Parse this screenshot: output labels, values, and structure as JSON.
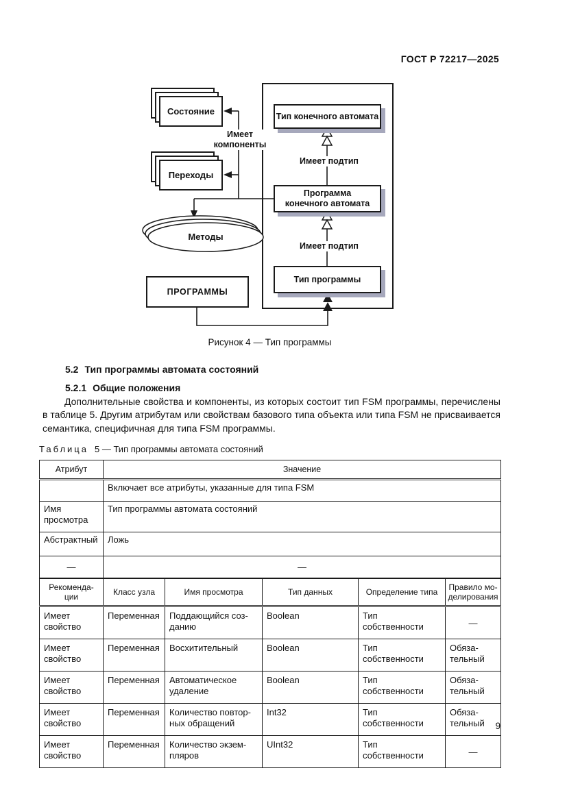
{
  "page": {
    "standard_ref": "ГОСТ Р 72217—2025",
    "page_number": "9"
  },
  "figure": {
    "caption": "Рисунок 4 — Тип программы",
    "nodes": {
      "state": "Состояние",
      "transitions": "Переходы",
      "methods": "Методы",
      "programs": "ПРОГРАММЫ",
      "fsm_type": "Тип конечного автомата",
      "fsm_program": "Программа\nконечного автомата",
      "program_type": "Тип программы"
    },
    "edge_labels": {
      "has_components": "Имеет\nкомпоненты",
      "has_subtype_1": "Имеет подтип",
      "has_subtype_2": "Имеет подтип"
    },
    "colors": {
      "box_shadow": "#a6a8bc",
      "line": "#1a1a1a"
    }
  },
  "sections": {
    "s52": {
      "num": "5.2",
      "title": "Тип программы автомата состояний"
    },
    "s521": {
      "num": "5.2.1",
      "title": "Общие положения"
    },
    "paragraph": "Дополнительные свойства и компоненты, из которых состоит тип FSM программы, перечислены в таблице 5. Другим атрибутам или свойствам базового типа объекта или типа FSM не присваивается семантика, специфичная для типа FSM программы."
  },
  "table": {
    "caption_word": "Таблица",
    "caption_rest": "5 — Тип программы автомата состояний",
    "top": {
      "col1_header": "Атрибут",
      "col2_header": "Значение",
      "rows": [
        {
          "attr": "",
          "value": "Включает все атрибуты, указанные для типа FSM"
        },
        {
          "attr": "Имя\nпросмотра",
          "value": "Тип программы автомата состояний"
        },
        {
          "attr": "Абстрактный",
          "value": "Ложь"
        },
        {
          "attr": "—",
          "value": "—"
        }
      ]
    },
    "sub": {
      "headers": [
        "Рекоменда-\nции",
        "Класс узла",
        "Имя просмотра",
        "Тип данных",
        "Определение типа",
        "Правило мо-\nделирования"
      ],
      "rows": [
        [
          "Имеет\nсвойство",
          "Переменная",
          "Поддающийся соз-\nданию",
          "Boolean",
          "Тип собственности",
          "—"
        ],
        [
          "Имеет\nсвойство",
          "Переменная",
          "Восхитительный",
          "Boolean",
          "Тип собственности",
          "Обяза-\nтельный"
        ],
        [
          "Имеет\nсвойство",
          "Переменная",
          "Автоматическое\nудаление",
          "Boolean",
          "Тип собственности",
          "Обяза-\nтельный"
        ],
        [
          "Имеет\nсвойство",
          "Переменная",
          "Количество повтор-\nных обращений",
          "Int32",
          "Тип собственности",
          "Обяза-\nтельный"
        ],
        [
          "Имеет\nсвойство",
          "Переменная",
          "Количество экзем-\nпляров",
          "UInt32",
          "Тип собственности",
          "—"
        ]
      ]
    }
  }
}
